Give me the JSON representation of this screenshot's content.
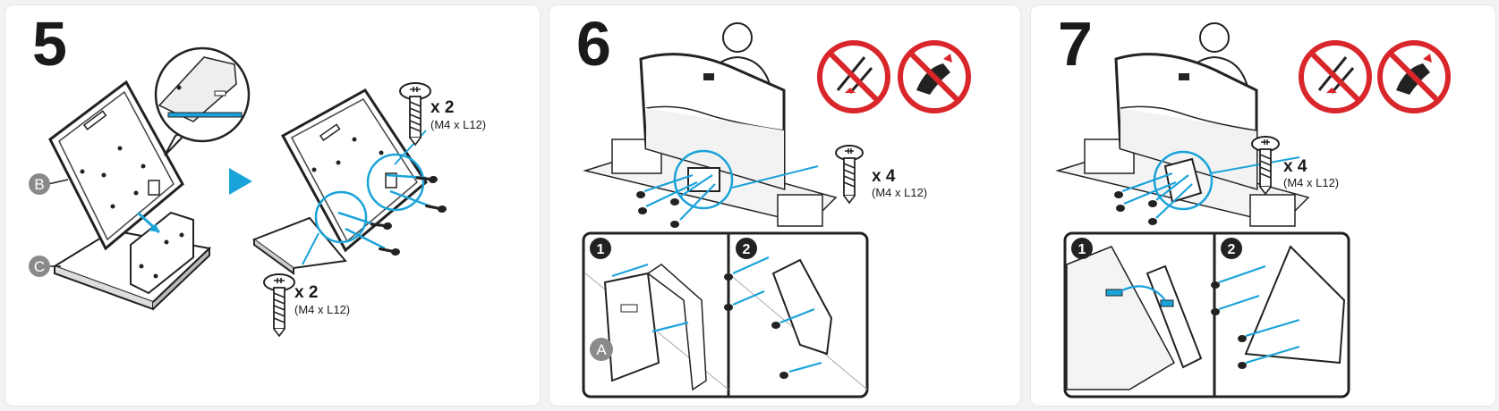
{
  "accent_color": "#1aa3d9",
  "steps": [
    {
      "number": "5",
      "part_labels": [
        "B",
        "C"
      ],
      "screws": [
        {
          "qty": "x 2",
          "spec": "(M4 x L12)",
          "icon": "screw-icon"
        },
        {
          "qty": "x 2",
          "spec": "(M4 x L12)",
          "icon": "screw-icon"
        }
      ],
      "next_arrow_icon": "play-arrow-icon"
    },
    {
      "number": "6",
      "screws": [
        {
          "qty": "x 4",
          "spec": "(M4 x L12)",
          "icon": "screw-icon"
        }
      ],
      "warning_icons": [
        "no-sharp-surface-icon",
        "no-pressing-screen-icon"
      ],
      "subpanels": [
        {
          "number": "1",
          "part_label": "A"
        },
        {
          "number": "2"
        }
      ]
    },
    {
      "number": "7",
      "screws": [
        {
          "qty": "x 4",
          "spec": "(M4 x L12)",
          "icon": "screw-icon"
        }
      ],
      "warning_icons": [
        "no-sharp-surface-icon",
        "no-pressing-screen-icon"
      ],
      "subpanels": [
        {
          "number": "1"
        },
        {
          "number": "2"
        }
      ]
    }
  ]
}
